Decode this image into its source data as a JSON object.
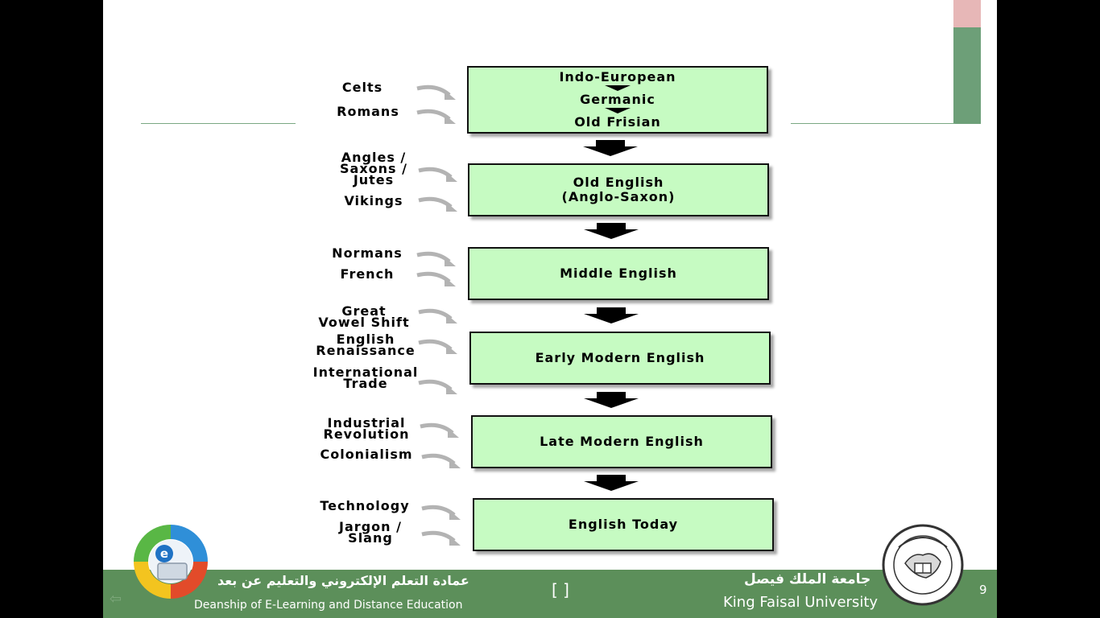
{
  "stages": [
    {
      "lines": [
        "Indo-European",
        "Germanic",
        "Old Frisian"
      ]
    },
    {
      "lines": [
        "Old English",
        "(Anglo-Saxon)"
      ]
    },
    {
      "lines": [
        "Middle English"
      ]
    },
    {
      "lines": [
        "Early Modern English"
      ]
    },
    {
      "lines": [
        "Late Modern English"
      ]
    },
    {
      "lines": [
        "English Today"
      ]
    }
  ],
  "influences": [
    "Celts",
    "Romans",
    "Angles /\nSaxons /\nJutes",
    "Vikings",
    "Normans",
    "French",
    "Great\nVowel Shift",
    "English\nRenaissance",
    "International\nTrade",
    "Industrial\nRevolution",
    "Colonialism",
    "Technology",
    "Jargon /\nSlang"
  ],
  "footer": {
    "left_arabic": "عمادة التعلم الإلكتروني والتعليم عن بعد",
    "left_english": "Deanship of E-Learning and Distance Education",
    "bracket": "[          ]",
    "right_arabic": "جامعة الملك فيصل",
    "right_english": "King Faisal University",
    "page_number": "9"
  },
  "colors": {
    "stage_fill": "#c6fbc2",
    "footer": "#5c8f5a",
    "accent_green": "#6d9f78",
    "accent_pink": "#e7b7b7"
  },
  "icons": {
    "logo": "e-learning-logo",
    "seal": "king-faisal-university-seal",
    "nav": "back-arrow-icon"
  }
}
